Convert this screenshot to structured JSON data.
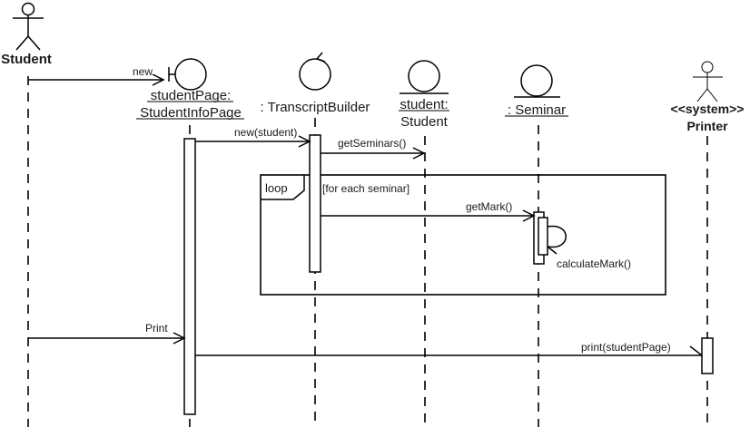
{
  "diagram": {
    "type": "UML sequence diagram",
    "participants": [
      {
        "id": "student_actor",
        "kind": "actor",
        "label_lines": [
          "Student"
        ],
        "bold": true,
        "underline": false
      },
      {
        "id": "student_page",
        "kind": "boundary",
        "label_lines": [
          "studentPage:",
          "StudentInfoPage"
        ],
        "bold": false,
        "underline": true
      },
      {
        "id": "transcript_builder",
        "kind": "control",
        "label_lines": [
          ": TranscriptBuilder"
        ],
        "bold": false,
        "underline": false
      },
      {
        "id": "student_entity",
        "kind": "entity",
        "label_lines": [
          "student:",
          "Student"
        ],
        "bold": false,
        "underline": true
      },
      {
        "id": "seminar",
        "kind": "entity",
        "label_lines": [
          ": Seminar"
        ],
        "bold": false,
        "underline": true
      },
      {
        "id": "printer",
        "kind": "actor",
        "label_lines": [
          "<<system>>",
          "Printer"
        ],
        "bold": true,
        "underline": false
      }
    ],
    "messages": [
      {
        "id": "msg-new",
        "from": "student_actor",
        "to": "student_page",
        "label": "new",
        "kind": "create"
      },
      {
        "id": "msg-new-student",
        "from": "student_page",
        "to": "transcript_builder",
        "label": "new(student)",
        "kind": "sync"
      },
      {
        "id": "msg-get-seminars",
        "from": "transcript_builder",
        "to": "student_entity",
        "label": "getSeminars()",
        "kind": "sync"
      },
      {
        "id": "msg-get-mark",
        "from": "transcript_builder",
        "to": "seminar",
        "label": "getMark()",
        "kind": "sync"
      },
      {
        "id": "msg-calculate-mark",
        "from": "seminar",
        "to": "seminar",
        "label": "calculateMark()",
        "kind": "self"
      },
      {
        "id": "msg-print",
        "from": "student_actor",
        "to": "student_page",
        "label": "Print",
        "kind": "sync"
      },
      {
        "id": "msg-print-student-page",
        "from": "student_page",
        "to": "printer",
        "label": "print(studentPage)",
        "kind": "async"
      }
    ],
    "fragments": [
      {
        "id": "loop-fragment",
        "operator": "loop",
        "guard": "[for each seminar]"
      }
    ]
  }
}
